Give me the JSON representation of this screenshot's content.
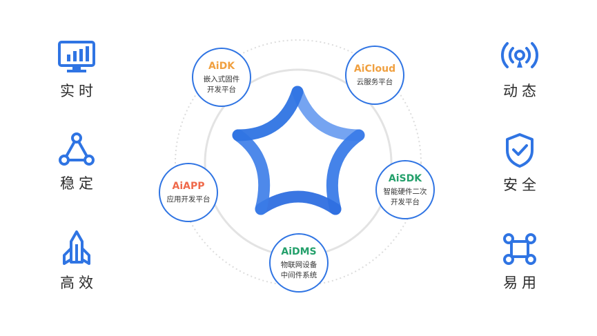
{
  "colors": {
    "primary": "#2f74e3",
    "star": "#3b7ce8",
    "ring": "#d9d9d9",
    "aidk": "#f0a040",
    "aicloud": "#f0a040",
    "aiapp": "#ef6a4b",
    "aisdk": "#24a06b",
    "aidms": "#24a06b"
  },
  "features_left": [
    {
      "label": "实时",
      "icon": "monitor-chart-icon"
    },
    {
      "label": "稳定",
      "icon": "triangle-nodes-icon"
    },
    {
      "label": "高效",
      "icon": "rocket-icon"
    }
  ],
  "features_right": [
    {
      "label": "动态",
      "icon": "signal-broadcast-icon"
    },
    {
      "label": "安全",
      "icon": "shield-check-icon"
    },
    {
      "label": "易用",
      "icon": "network-nodes-icon"
    }
  ],
  "nodes": {
    "aidk": {
      "title": "AiDK",
      "line1": "嵌入式固件",
      "line2": "开发平台"
    },
    "aicloud": {
      "title": "AiCloud",
      "line1": "云服务平台",
      "line2": ""
    },
    "aiapp": {
      "title": "AiAPP",
      "line1": "应用开发平台",
      "line2": ""
    },
    "aisdk": {
      "title": "AiSDK",
      "line1": "智能硬件二次",
      "line2": "开发平台"
    },
    "aidms": {
      "title": "AiDMS",
      "line1": "物联网设备",
      "line2": "中间件系统"
    }
  }
}
